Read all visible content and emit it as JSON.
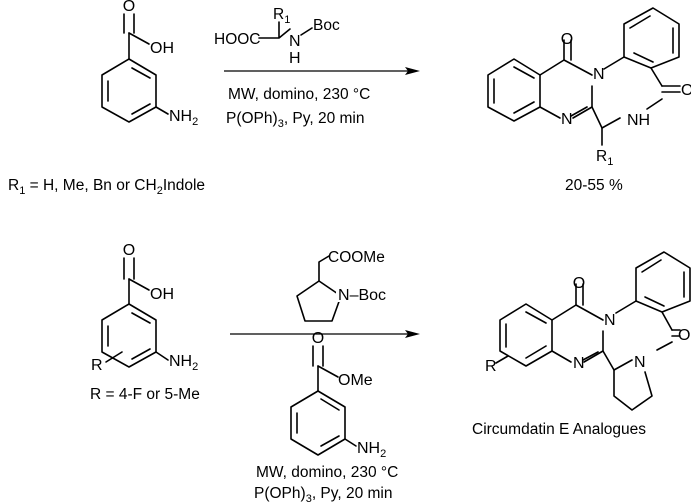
{
  "atoms": {
    "O": "O",
    "OH": "OH",
    "N": "N",
    "NH": "NH",
    "H": "H",
    "NH2": "NH",
    "sub2": "2",
    "OMe": "OMe",
    "Boc": "Boc",
    "HOOC": "HOOC",
    "R": "R",
    "R1": "R",
    "sub1": "1",
    "COOMe": "COOMe",
    "NBoc": "N",
    "NBoc_dash": "–Boc"
  },
  "scheme1": {
    "conditions_line1": "MW, domino, 230 °C",
    "conditions_line2_a": "P(OPh)",
    "conditions_line2_sub": "3",
    "conditions_line2_b": ", Py, 20 min",
    "r1_prefix": "R",
    "r1_sub": "1",
    "r1_middle": " = H, Me, Bn or CH",
    "r1_sub2": "2",
    "r1_suffix": "Indole",
    "yield": "20-55 %"
  },
  "scheme2": {
    "r_definition": "R = 4-F or 5-Me",
    "product_caption": "Circumdatin E Analogues",
    "conditions_line1": "MW, domino, 230 °C",
    "conditions_line2_a": "P(OPh)",
    "conditions_line2_sub": "3",
    "conditions_line2_b": ", Py, 20 min"
  }
}
